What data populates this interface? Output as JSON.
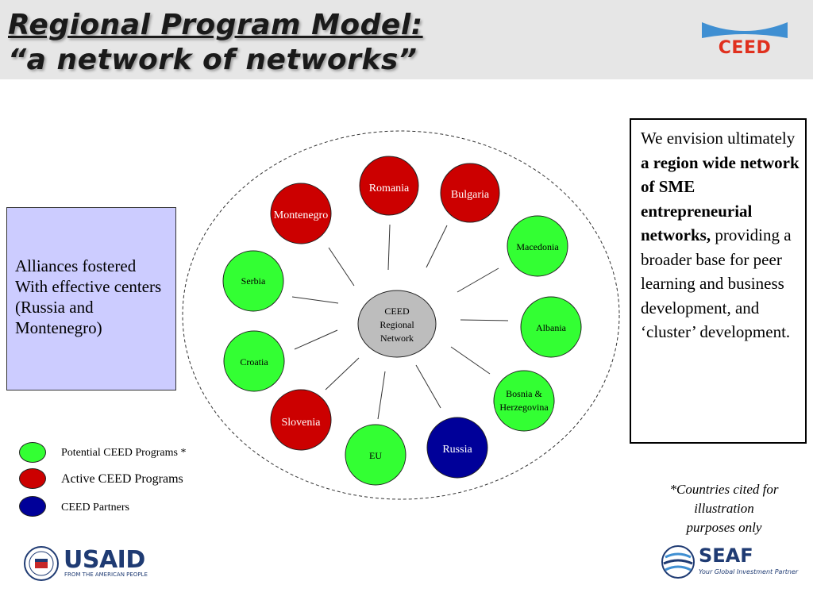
{
  "header": {
    "title_line1": "Regional Program Model:",
    "title_line2": "“a network of networks”"
  },
  "logos": {
    "ceed": "CEED",
    "usaid": "USAID",
    "usaid_tagline": "FROM THE AMERICAN PEOPLE",
    "seaf": "SEAF",
    "seaf_tagline": "Your Global Investment Partner"
  },
  "alliances": {
    "text": "Alliances fostered With effective centers (Russia and Montenegro)"
  },
  "vision": {
    "part1": "We envision ultimately ",
    "bold": "a region wide network of SME entrepreneurial networks,",
    "part2": " providing a broader base for peer learning and business development, and ‘cluster’ development."
  },
  "diagram": {
    "center": {
      "line1": "CEED",
      "line2": "Regional",
      "line3": "Network"
    },
    "nodes": [
      {
        "label": "Romania",
        "status": "active"
      },
      {
        "label": "Bulgaria",
        "status": "active"
      },
      {
        "label": "Montenegro",
        "status": "active"
      },
      {
        "label": "Macedonia",
        "status": "potential"
      },
      {
        "label": "Serbia",
        "status": "potential"
      },
      {
        "label": "Albania",
        "status": "potential"
      },
      {
        "label": "Croatia",
        "status": "potential"
      },
      {
        "label": "Bosnia &",
        "label2": "Herzegovina",
        "status": "potential"
      },
      {
        "label": "Slovenia",
        "status": "active"
      },
      {
        "label": "EU",
        "status": "potential"
      },
      {
        "label": "Russia",
        "status": "partner"
      }
    ]
  },
  "legend": [
    {
      "label": "Potential CEED Programs *",
      "status": "potential"
    },
    {
      "label": "Active CEED Programs",
      "status": "active"
    },
    {
      "label": "CEED Partners",
      "status": "partner"
    }
  ],
  "note": {
    "line1": "*Countries cited for",
    "line2": "illustration",
    "line3": "purposes only"
  },
  "colors": {
    "potential": "#33ff33",
    "active": "#cc0000",
    "partner": "#000099",
    "center": "#bdbdbd",
    "alliances_bg": "#ccccff"
  }
}
